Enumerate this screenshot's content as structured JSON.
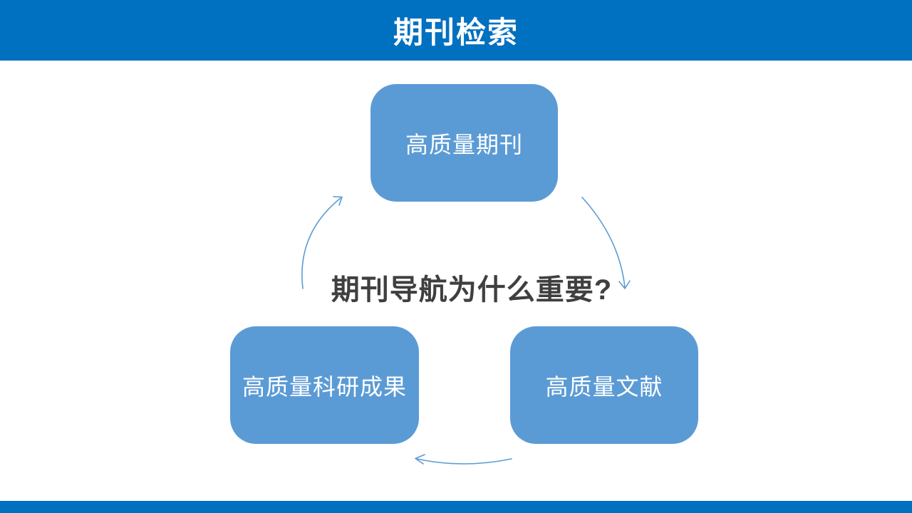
{
  "header": {
    "title": "期刊检索"
  },
  "diagram": {
    "question": "期刊导航为什么重要?",
    "nodes": [
      {
        "position": "top",
        "label": "高质量期刊"
      },
      {
        "position": "bottom-left",
        "label": "高质量科研成果"
      },
      {
        "position": "bottom-right",
        "label": "高质量文献"
      }
    ],
    "arrows": [
      {
        "name": "arrow-bottomleft-to-top"
      },
      {
        "name": "arrow-top-to-bottomright"
      },
      {
        "name": "arrow-bottomright-to-bottomleft"
      }
    ]
  },
  "colors": {
    "header_bar": "#0070C0",
    "footer_bar": "#0070C0",
    "title_text": "#FFFFFF",
    "node_fill": "#5B9BD5",
    "node_text": "#FFFFFF",
    "arrow_stroke": "#5B9BD5",
    "question_text": "#3F3F3F"
  }
}
